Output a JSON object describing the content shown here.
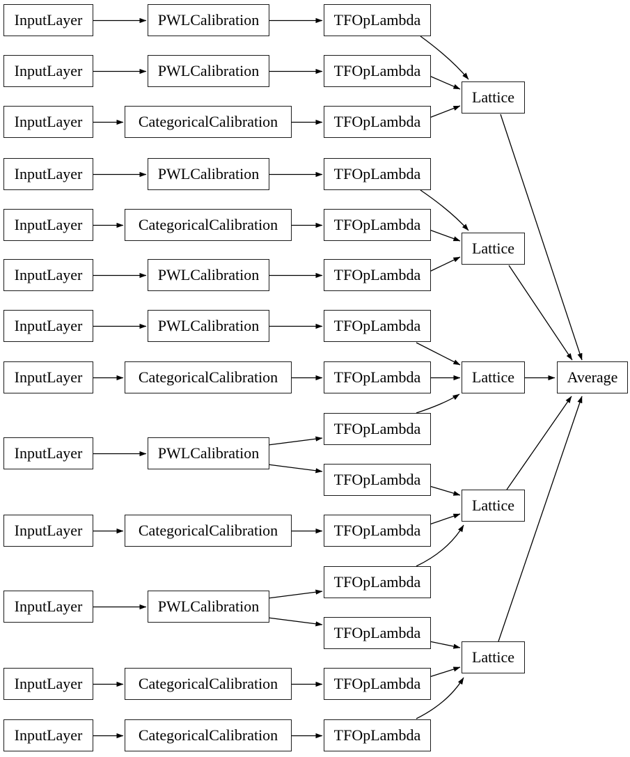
{
  "labels": {
    "inputlayer": "InputLayer",
    "pwlcalibration": "PWLCalibration",
    "categoricalcalibration": "CategoricalCalibration",
    "tfoplambda": "TFOpLambda",
    "lattice": "Lattice",
    "average": "Average"
  },
  "structure": {
    "input_layer_count": 13,
    "pwl_calibration_count": 7,
    "categorical_calibration_count": 6,
    "tfoplambda_count": 15,
    "lattice_count": 5,
    "output_count": 1,
    "calibration_sequence": [
      "PWLCalibration",
      "PWLCalibration",
      "CategoricalCalibration",
      "PWLCalibration",
      "CategoricalCalibration",
      "PWLCalibration",
      "PWLCalibration",
      "CategoricalCalibration",
      "PWLCalibration",
      "CategoricalCalibration",
      "PWLCalibration",
      "CategoricalCalibration",
      "CategoricalCalibration"
    ],
    "calibrations_feeding_two_lambdas": [
      9,
      11
    ],
    "lattice_inputs_by_lambda_index": [
      [
        1,
        2,
        3
      ],
      [
        4,
        5,
        6
      ],
      [
        7,
        8,
        9
      ],
      [
        10,
        11,
        12
      ],
      [
        13,
        14,
        15
      ]
    ],
    "all_lattices_feed": "Average"
  },
  "colors": {
    "background": "#ffffff",
    "node_fill": "#ffffff",
    "node_border": "#1a1a1a",
    "edge": "#000000",
    "text": "#000000"
  }
}
